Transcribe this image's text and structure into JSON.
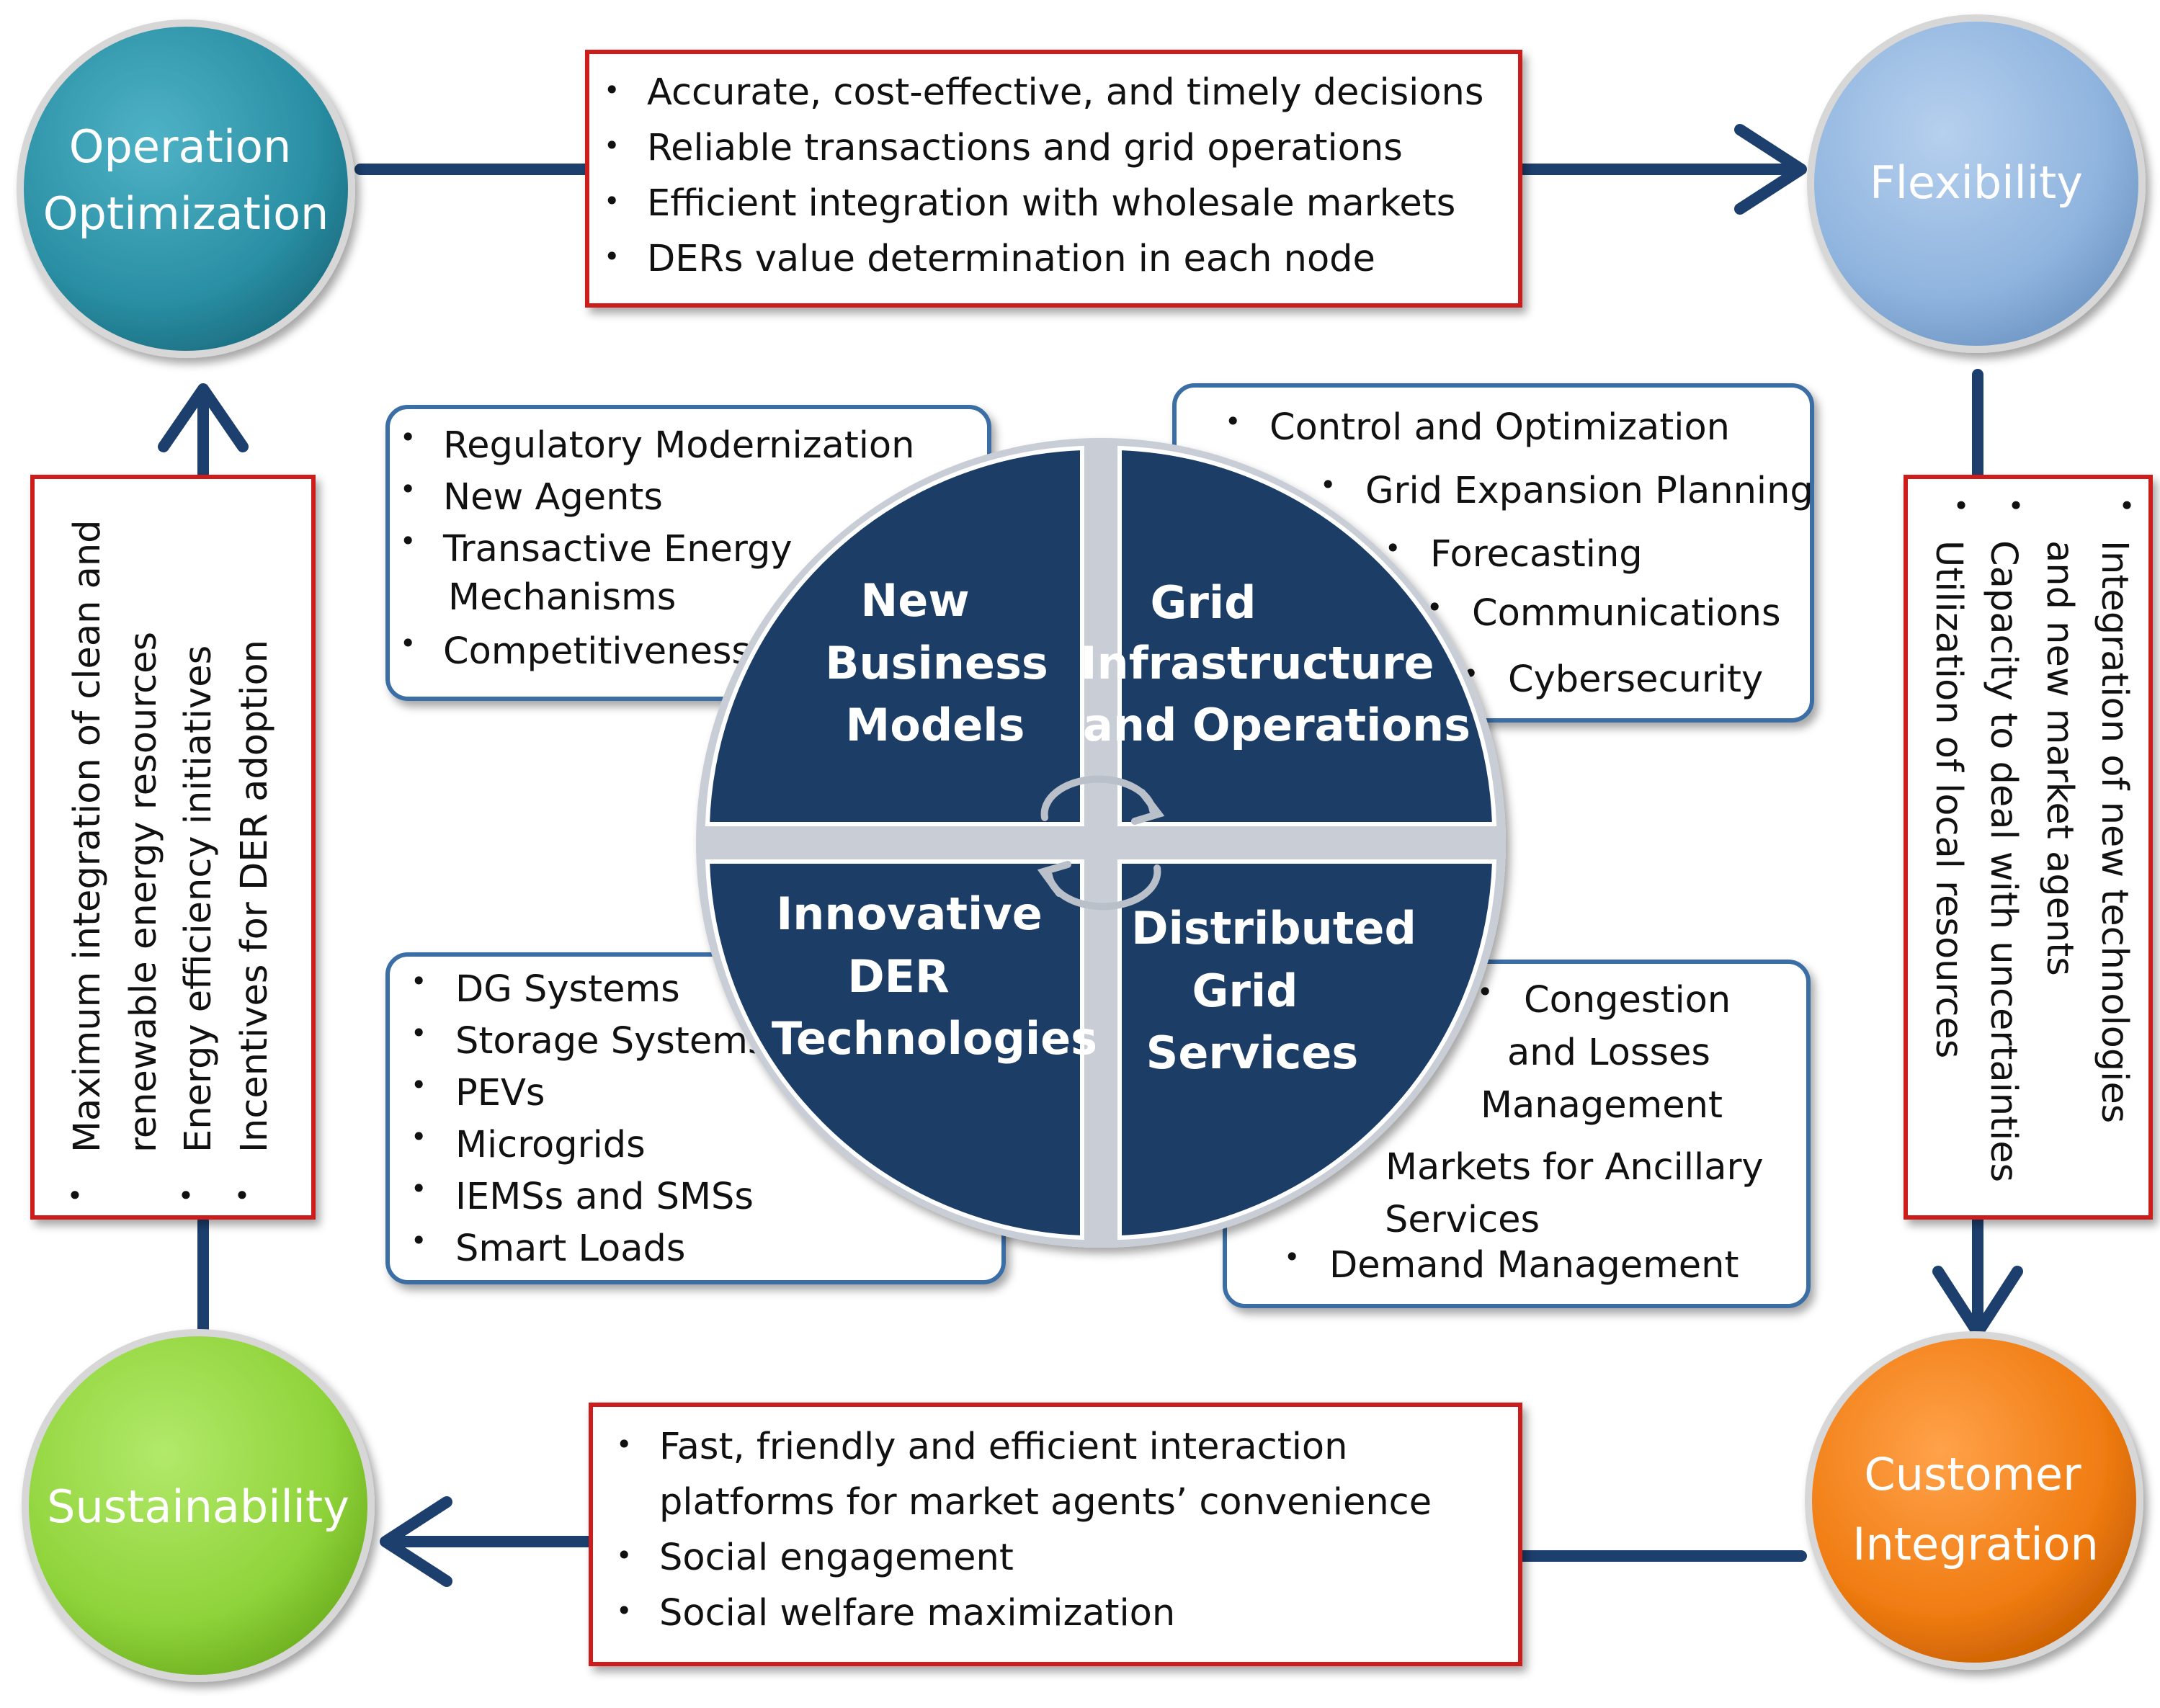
{
  "nodes": {
    "operation_optimization": {
      "line1": "Operation",
      "line2": "Optimization"
    },
    "flexibility": {
      "line1": "Flexibility"
    },
    "customer_integration": {
      "line1": "Customer",
      "line2": "Integration"
    },
    "sustainability": {
      "line1": "Sustainability"
    }
  },
  "boxes": {
    "top": [
      "Accurate, cost-effective, and timely decisions",
      "Reliable transactions and grid operations",
      "Efficient integration with wholesale markets",
      "DERs value determination in each node"
    ],
    "bottom": [
      "Fast, friendly and efficient interaction",
      "platforms for market agents’ convenience",
      "Social engagement",
      "Social welfare maximization"
    ],
    "left": [
      "Maximum integration of clean and",
      "renewable energy resources",
      "Energy efficiency initiatives",
      "Incentives for DER adoption"
    ],
    "right": [
      "Integration of new technologies",
      "and new market agents",
      "Capacity to deal with uncertainties",
      "Utilization of local resources"
    ]
  },
  "quadrants": {
    "new_business_models": [
      "New",
      "Business",
      "Models"
    ],
    "grid_infrastructure": [
      "Grid",
      "Infrastructure",
      "and Operations"
    ],
    "innovative_der": [
      "Innovative",
      "DER",
      "Technologies"
    ],
    "distributed_grid_services": [
      "Distributed",
      "Grid",
      "Services"
    ]
  },
  "lists": {
    "business": [
      "Regulatory Modernization",
      "New Agents",
      "Transactive Energy",
      "Mechanisms",
      "Competitiveness"
    ],
    "grid": [
      "Control and Optimization",
      "Grid Expansion Planning",
      "Forecasting",
      "Communications",
      "Cybersecurity"
    ],
    "der": [
      "DG Systems",
      "Storage Systems",
      "PEVs",
      "Microgrids",
      "IEMSs and SMSs",
      "Smart Loads"
    ],
    "services": [
      "Congestion",
      "and Losses",
      "Management",
      "Markets for Ancillary",
      "Services",
      "Demand Management"
    ]
  },
  "colors": {
    "operation_optimization": "#2a8fa4",
    "flexibility": "#8fb4de",
    "customer_integration": "#f07c12",
    "sustainability": "#8fd33a",
    "quadrant_fill": "#1d3d66",
    "arrow": "#1c3f6e",
    "red_box_border": "#cc1f1f",
    "blue_box_border": "#3b6ea5"
  }
}
